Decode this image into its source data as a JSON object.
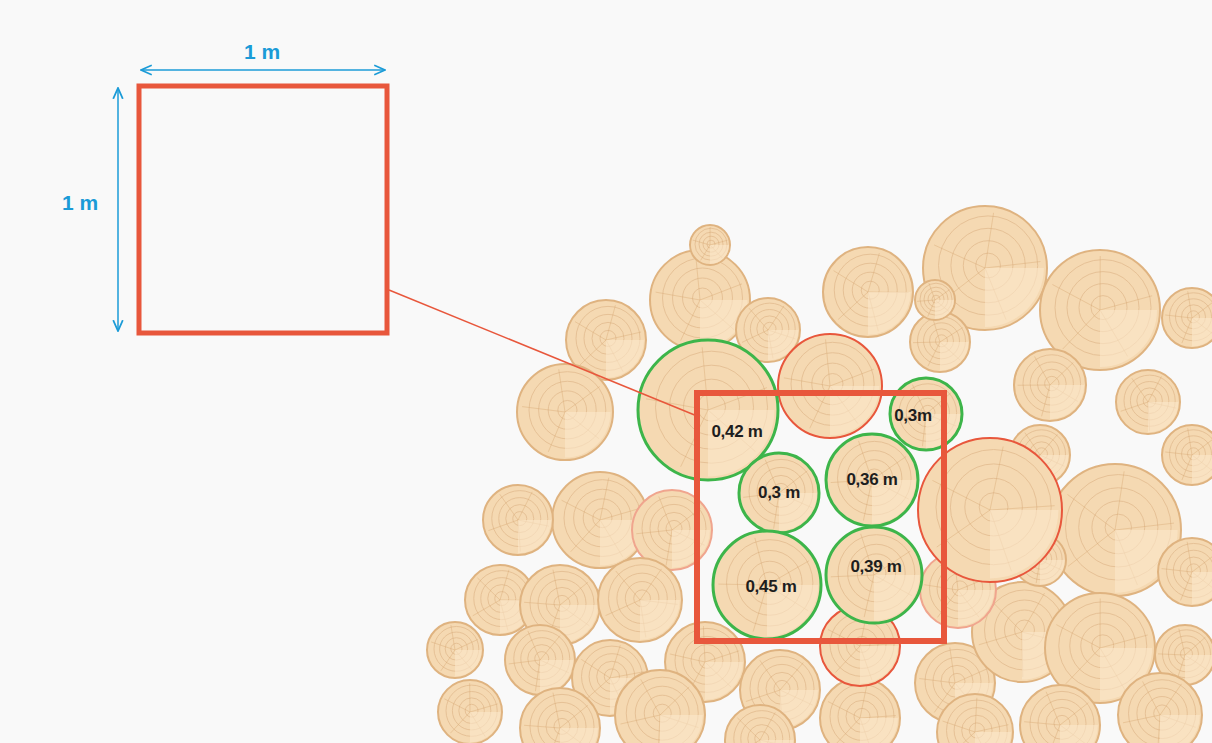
{
  "diagram": {
    "nodes": [
      {
        "text": [
          "0,42 m"
        ]
      },
      {
        "text": [
          "0,3m"
        ]
      },
      {
        "text": [
          "0,3 m"
        ]
      },
      {
        "text": [
          "0,36 m"
        ]
      },
      {
        "text": [
          "0,45 m"
        ]
      },
      {
        "text": [
          "0,39 m"
        ]
      }
    ],
    "labels": [
      "1 m",
      "1 m"
    ]
  }
}
